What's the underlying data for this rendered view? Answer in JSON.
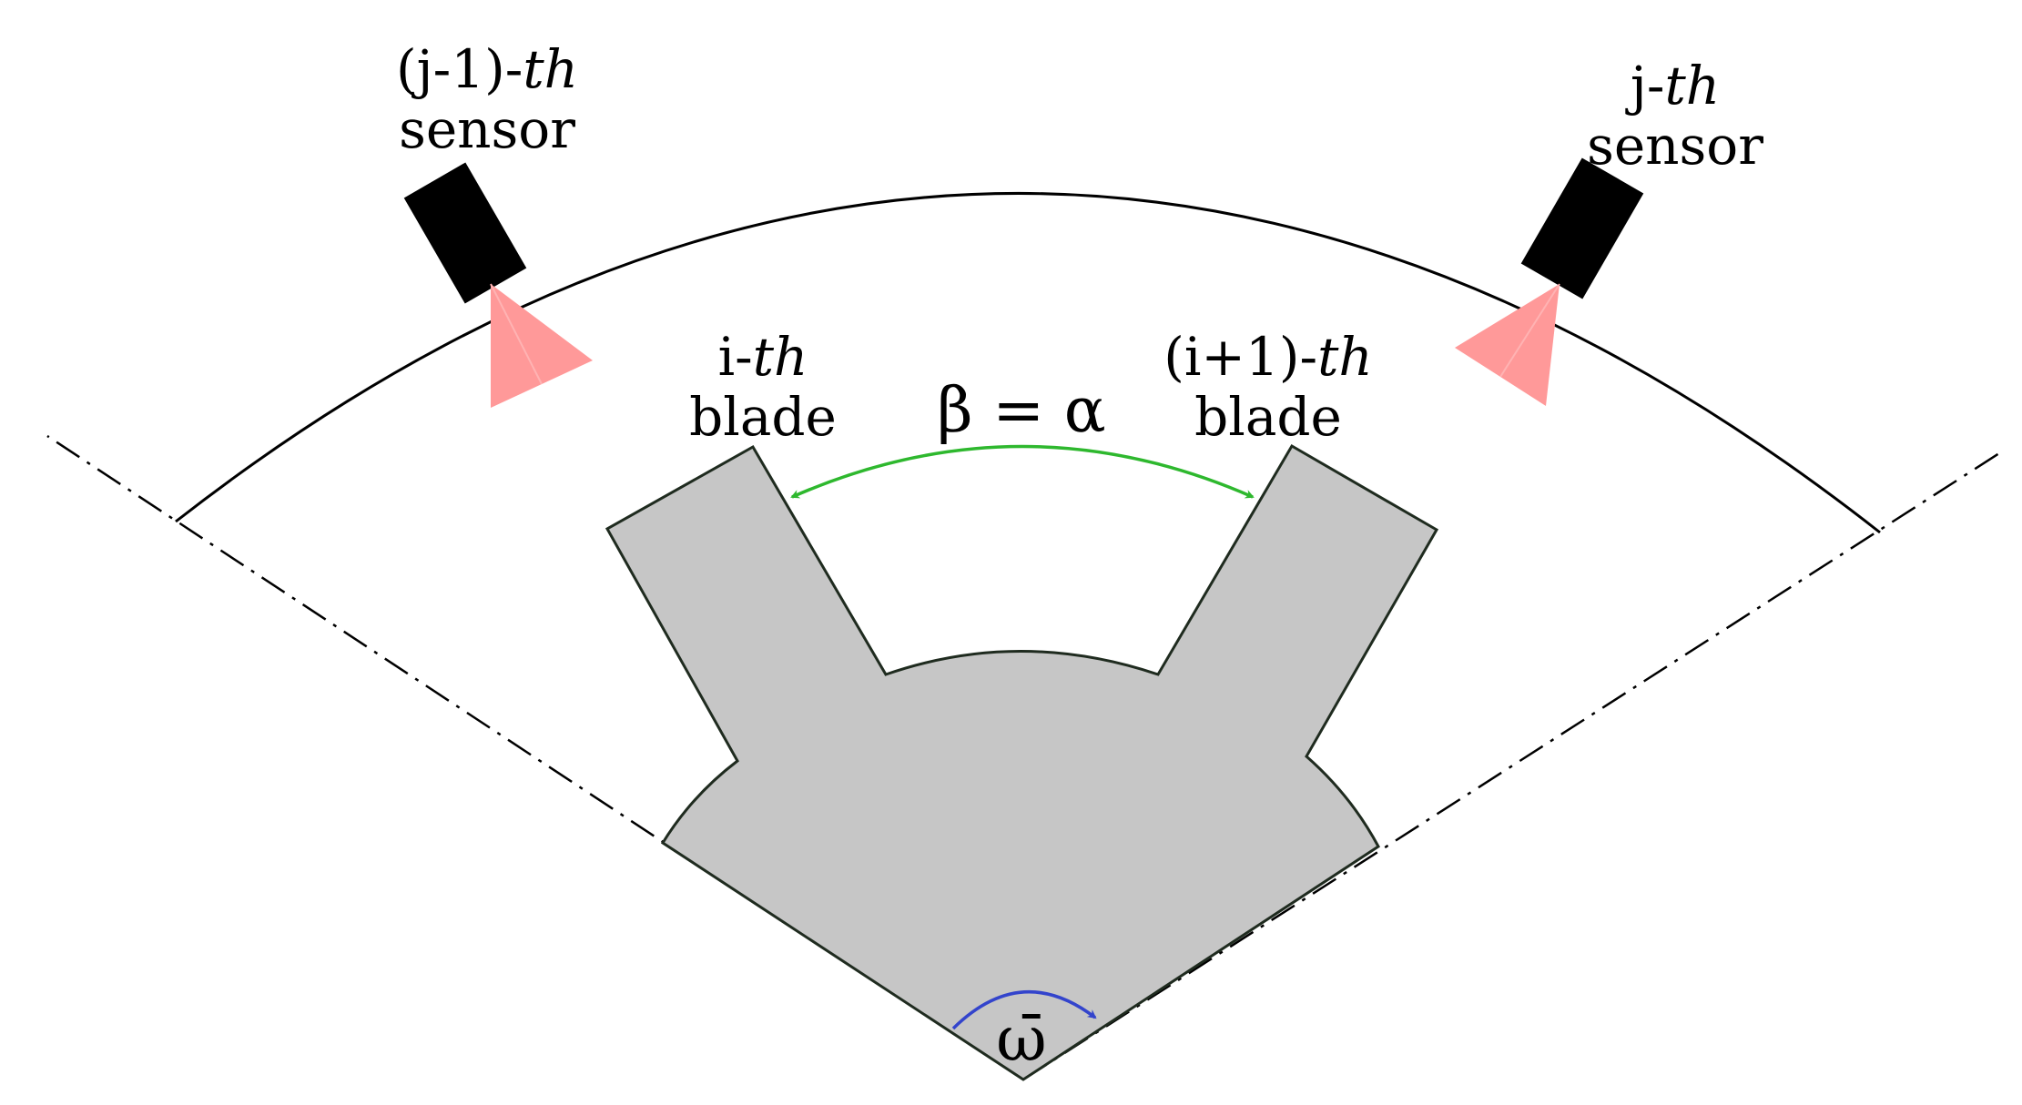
{
  "labels": {
    "sensor_left": {
      "prefix": "(j-1)-",
      "suffix": "th",
      "line2": "sensor"
    },
    "sensor_right": {
      "prefix": "j-",
      "suffix": "th",
      "line2": "sensor"
    },
    "blade_left": {
      "prefix": "i-",
      "suffix": "th",
      "line2": "blade"
    },
    "blade_right": {
      "prefix": "(i+1)-",
      "suffix": "th",
      "line2": "blade"
    },
    "angle_equation": "β = α",
    "rotation_symbol": "ω̄"
  },
  "colors": {
    "rotor_fill": "#c6c6c6",
    "rotor_stroke": "#1f2b1f",
    "angle_arrow": "#2eb82e",
    "rotation_arrow": "#3344cc",
    "sensor_body": "#000000",
    "sensor_beam": "#ff9999",
    "casing": "#000000",
    "sector_line": "#000000"
  }
}
